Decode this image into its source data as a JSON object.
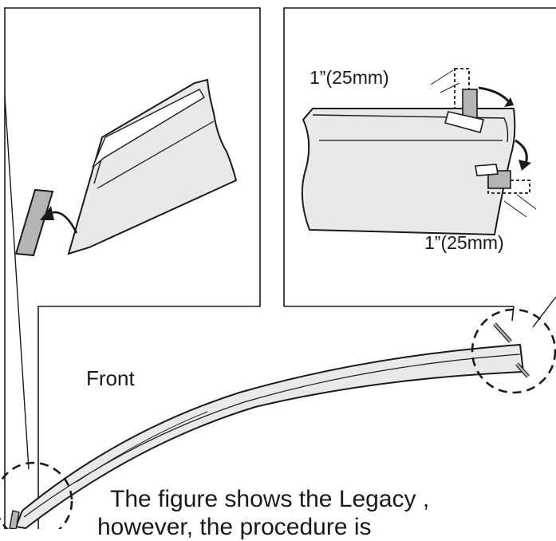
{
  "labels": {
    "dimension_top": "1”(25mm)",
    "dimension_bottom": "1”(25mm)",
    "front": "Front"
  },
  "caption": {
    "line1": "The figure shows the Legacy ,",
    "line2": "however, the procedure is"
  },
  "colors": {
    "ink": "#1a1a1a",
    "part_fill": "#e9e9e9",
    "tape_fill": "#b5b5b5",
    "background": "#ffffff"
  }
}
